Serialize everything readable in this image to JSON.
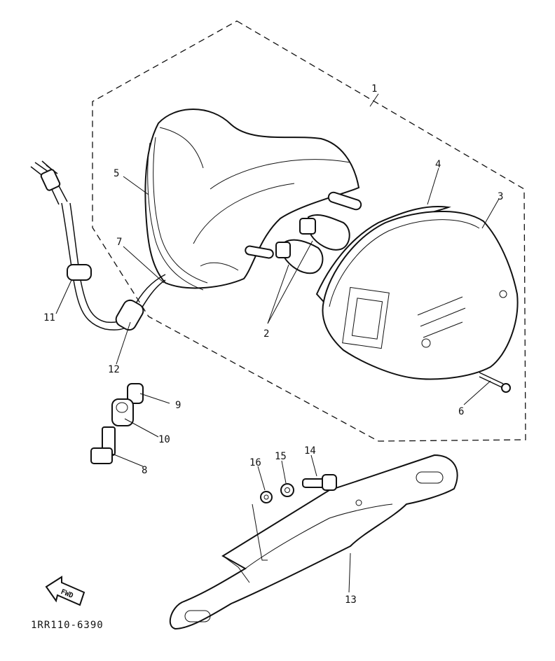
{
  "diagram": {
    "callouts": [
      "1",
      "2",
      "3",
      "4",
      "5",
      "6",
      "7",
      "8",
      "9",
      "10",
      "11",
      "12",
      "13",
      "14",
      "15",
      "16"
    ],
    "drawing_code": "1RR110-6390",
    "fwd_label": "FWD"
  }
}
